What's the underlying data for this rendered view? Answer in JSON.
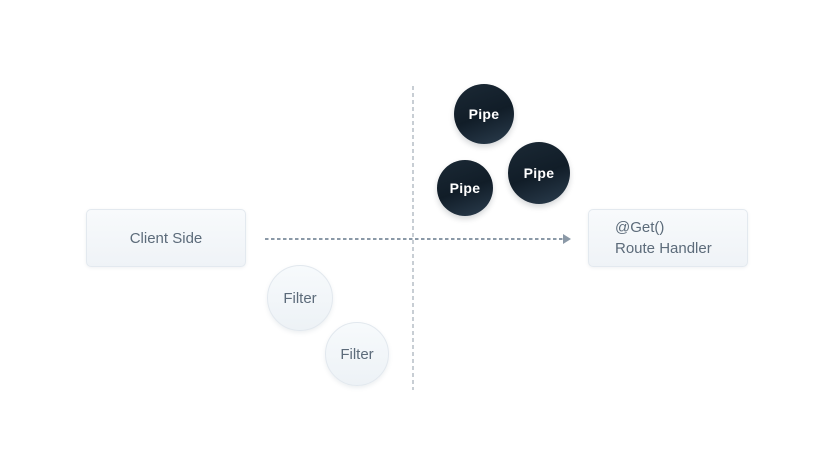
{
  "diagram": {
    "client_box": {
      "label": "Client Side"
    },
    "route_box": {
      "decorator": "@Get()",
      "title": "Route Handler"
    },
    "pipes": [
      {
        "label": "Pipe"
      },
      {
        "label": "Pipe"
      },
      {
        "label": "Pipe"
      }
    ],
    "filters": [
      {
        "label": "Filter"
      },
      {
        "label": "Filter"
      }
    ],
    "colors": {
      "background": "#ffffff",
      "node_fill": "#f2f5f8",
      "node_border": "#e3e9ef",
      "node_text": "#5c6b7a",
      "pipe_fill_dark": "#111d28",
      "pipe_fill_light": "#2b3d4e",
      "pipe_text": "#ffffff",
      "divider_line": "#c8ced4",
      "arrow_line": "#8b99a7"
    }
  }
}
